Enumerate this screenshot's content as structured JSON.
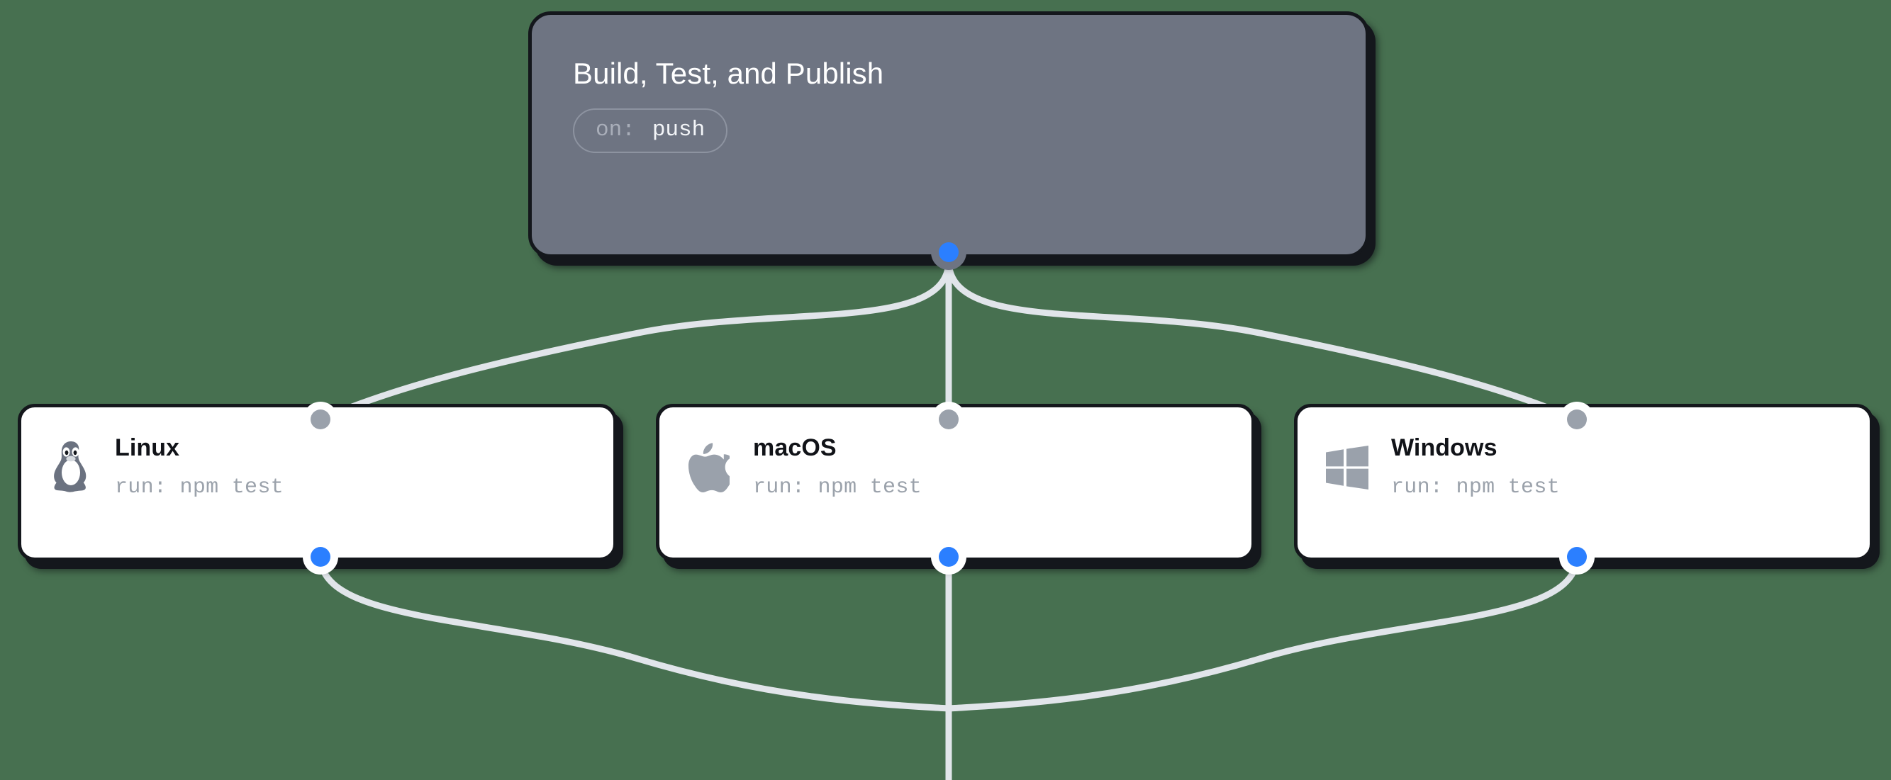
{
  "canvas": {
    "background_color": "#477050",
    "edge_color": "#e1e5ea",
    "handle_source_color": "#2b7fff",
    "handle_target_color": "#9aa1ab"
  },
  "trigger_node": {
    "title": "Build, Test, and Publish",
    "badge": {
      "key": "on:",
      "value": "push"
    },
    "background_color": "#6e7482",
    "handles": {
      "source": "blue-dot-handle"
    }
  },
  "job_nodes": [
    {
      "id": "linux",
      "icon": "linux-penguin-icon",
      "title": "Linux",
      "command": "run: npm test",
      "handles": {
        "target": "gray-dot-handle",
        "source": "blue-dot-handle"
      }
    },
    {
      "id": "macos",
      "icon": "apple-icon",
      "title": "macOS",
      "command": "run: npm test",
      "handles": {
        "target": "gray-dot-handle",
        "source": "blue-dot-handle"
      }
    },
    {
      "id": "windows",
      "icon": "windows-icon",
      "title": "Windows",
      "command": "run: npm test",
      "handles": {
        "target": "gray-dot-handle",
        "source": "blue-dot-handle"
      }
    }
  ],
  "edges": [
    {
      "from": "trigger_node",
      "to": "linux"
    },
    {
      "from": "trigger_node",
      "to": "macos"
    },
    {
      "from": "trigger_node",
      "to": "windows"
    },
    {
      "from": "linux",
      "to": "downstream"
    },
    {
      "from": "macos",
      "to": "downstream"
    },
    {
      "from": "windows",
      "to": "downstream"
    }
  ]
}
